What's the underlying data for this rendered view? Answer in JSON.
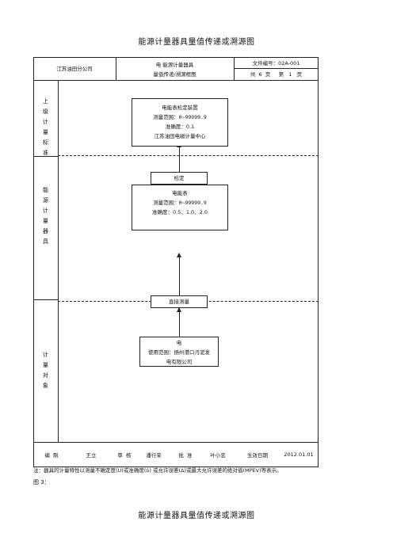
{
  "document": {
    "title": "能源计量器具量值传递或溯源图",
    "bottom_title": "能源计量器具量值传递或溯源图",
    "header": {
      "company": "江苏油田分公司",
      "type_line1": "电  能源计量器具",
      "type_line2": "量值传递/溯源框图",
      "doc_no": "文件编号：02A-001",
      "pages": "共  6  页     第   1   页"
    },
    "sections": {
      "upper_standard": "上级计量标准",
      "instrument": "能源计量器具",
      "object": "计量对象"
    },
    "boxes": {
      "standard": {
        "name": "电能表检定装置",
        "range": "测量范围：0~99999.9",
        "accuracy": "准确度：0.1",
        "org": "江苏油田电磁计量中心"
      },
      "verify": "检定",
      "meter": {
        "name": "电能表",
        "range": "测量范围：0~99999.9",
        "accuracy": "准确度：0.5、1.0、2.0"
      },
      "direct": "直接测量",
      "object": {
        "name": "电",
        "range": "使用范围：扬州港口污泥发",
        "org": "电有限公司"
      }
    },
    "footer": {
      "compile_label": "编  制",
      "compiler": "王立",
      "review_label": "审  核",
      "reviewer": "潘行荣",
      "approve_label": "批  准",
      "approver": "叶小忠",
      "effective_label": "生效日期",
      "effective_date": "2012.01.01"
    },
    "note": "注：器具的计量特性以测量不确定度(U)或准确度(δ) 或允许误差(Δ)或最大允许误差的绝对值(MPEV)等表示。",
    "figure_label": "图 3："
  }
}
